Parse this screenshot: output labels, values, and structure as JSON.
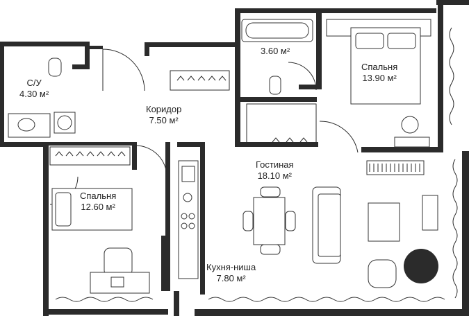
{
  "rooms": [
    {
      "id": "bathroom-1",
      "name": "С/У",
      "area": "4.30 м²"
    },
    {
      "id": "bathroom-2",
      "name": "",
      "area": "3.60 м²"
    },
    {
      "id": "corridor",
      "name": "Коридор",
      "area": "7.50 м²"
    },
    {
      "id": "bedroom-1",
      "name": "Спальня",
      "area": "13.90 м²"
    },
    {
      "id": "living",
      "name": "Гостиная",
      "area": "18.10 м²"
    },
    {
      "id": "bedroom-2",
      "name": "Спальня",
      "area": "12.60 м²"
    },
    {
      "id": "kitchen",
      "name": "Кухня-ниша",
      "area": "7.80 м²"
    }
  ],
  "colors": {
    "wall": "#2b2b2b",
    "background": "#ffffff",
    "text": "#222222"
  }
}
